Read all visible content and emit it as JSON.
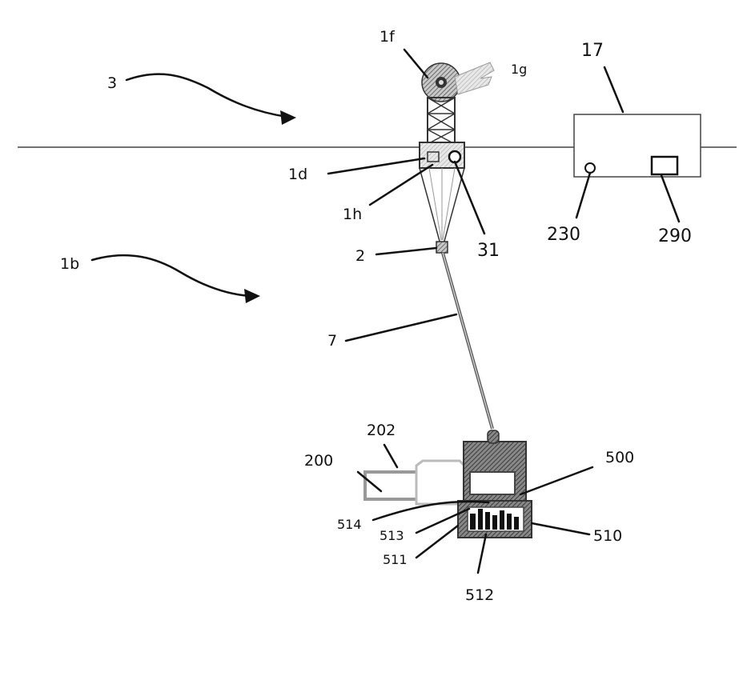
{
  "labels": {
    "vessel_ref": "3",
    "seabed_ref": "1b",
    "sheave": "1f",
    "arm": "1g",
    "structure_base": "1d",
    "hinge": "1h",
    "sensor_31": "31",
    "connector": "2",
    "cable": "7",
    "control_unit": "17",
    "indicator_230": "230",
    "display_290": "290",
    "module_200": "200",
    "module_202": "202",
    "housing_500": "500",
    "sub_514": "514",
    "sub_513": "513",
    "sub_511": "511",
    "sub_510": "510",
    "sub_512": "512"
  }
}
